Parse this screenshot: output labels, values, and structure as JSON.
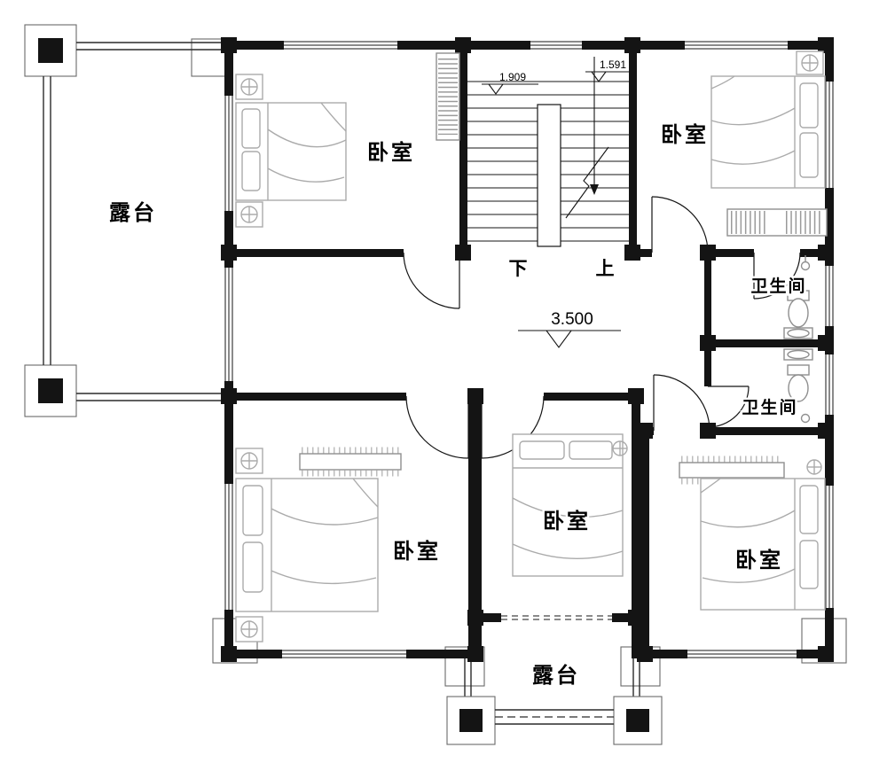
{
  "plan": {
    "terraces": {
      "left": "露台",
      "bottom": "露台"
    },
    "bedrooms": {
      "top_left": "卧室",
      "top_right": "卧室",
      "bottom_left": "卧室",
      "bottom_center": "卧室",
      "bottom_right": "卧室"
    },
    "bathrooms": {
      "upper": "卫生间",
      "lower": "卫生间"
    },
    "stairs": {
      "down": "下",
      "up": "上",
      "landing_level_left": "1.909",
      "landing_level_right": "1.591"
    },
    "elevations": {
      "floor": "3.500"
    },
    "colors": {
      "wall": "#141414",
      "furniture": "#ababab",
      "fixture": "#8f8f8f",
      "background": "#ffffff"
    }
  }
}
